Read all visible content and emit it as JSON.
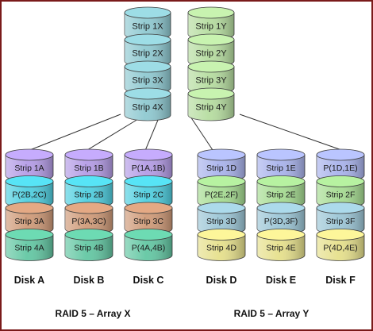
{
  "top_stacks": [
    {
      "id": "x",
      "color": "#8fc9d1",
      "strips": [
        "Strip 1X",
        "Strip 2X",
        "Strip 3X",
        "Strip 4X"
      ]
    },
    {
      "id": "y",
      "color": "#b6dda0",
      "strips": [
        "Strip 1Y",
        "Strip 2Y",
        "Strip 3Y",
        "Strip 4Y"
      ]
    }
  ],
  "disks": [
    {
      "label": "Disk A",
      "top_color": "#b49ce6",
      "strips": [
        {
          "text": "Strip 1A",
          "color": "#b49ce6"
        },
        {
          "text": "P(2B,2C)",
          "color": "#4fcfe0"
        },
        {
          "text": "Strip 3A",
          "color": "#cf9a78"
        },
        {
          "text": "Strip 4A",
          "color": "#63c7a3"
        }
      ]
    },
    {
      "label": "Disk B",
      "top_color": "#b49ce6",
      "strips": [
        {
          "text": "Strip 1B",
          "color": "#b49ce6"
        },
        {
          "text": "Strip 2B",
          "color": "#4fcfe0"
        },
        {
          "text": "P(3A,3C)",
          "color": "#cf9a78"
        },
        {
          "text": "Strip 4B",
          "color": "#63c7a3"
        }
      ]
    },
    {
      "label": "Disk C",
      "top_color": "#b49ce6",
      "strips": [
        {
          "text": "P(1A,1B)",
          "color": "#b49ce6"
        },
        {
          "text": "Strip 2C",
          "color": "#4fcfe0"
        },
        {
          "text": "Strip 3C",
          "color": "#cf9a78"
        },
        {
          "text": "P(4A,4B)",
          "color": "#63c7a3"
        }
      ]
    },
    {
      "label": "Disk D",
      "top_color": "#a9b3ec",
      "strips": [
        {
          "text": "Strip 1D",
          "color": "#a9b3ec"
        },
        {
          "text": "P(2E,2F)",
          "color": "#a6dc92"
        },
        {
          "text": "Strip 3D",
          "color": "#9cc6d6"
        },
        {
          "text": "Strip 4D",
          "color": "#e6e08c"
        }
      ]
    },
    {
      "label": "Disk E",
      "top_color": "#a9b3ec",
      "strips": [
        {
          "text": "Strip 1E",
          "color": "#a9b3ec"
        },
        {
          "text": "Strip 2E",
          "color": "#a6dc92"
        },
        {
          "text": "P(3D,3F)",
          "color": "#9cc6d6"
        },
        {
          "text": "Strip 4E",
          "color": "#e6e08c"
        }
      ]
    },
    {
      "label": "Disk F",
      "top_color": "#a9b3ec",
      "strips": [
        {
          "text": "P(1D,1E)",
          "color": "#a9b3ec"
        },
        {
          "text": "Strip 2F",
          "color": "#a6dc92"
        },
        {
          "text": "Strip 3F",
          "color": "#9cc6d6"
        },
        {
          "text": "P(4D,4E)",
          "color": "#e6e08c"
        }
      ]
    }
  ],
  "array_labels": [
    "RAID 5 – Array X",
    "RAID 5 – Array Y"
  ],
  "colors": {
    "border": "#7a1a1a",
    "outline": "#404040",
    "line": "#333333"
  }
}
